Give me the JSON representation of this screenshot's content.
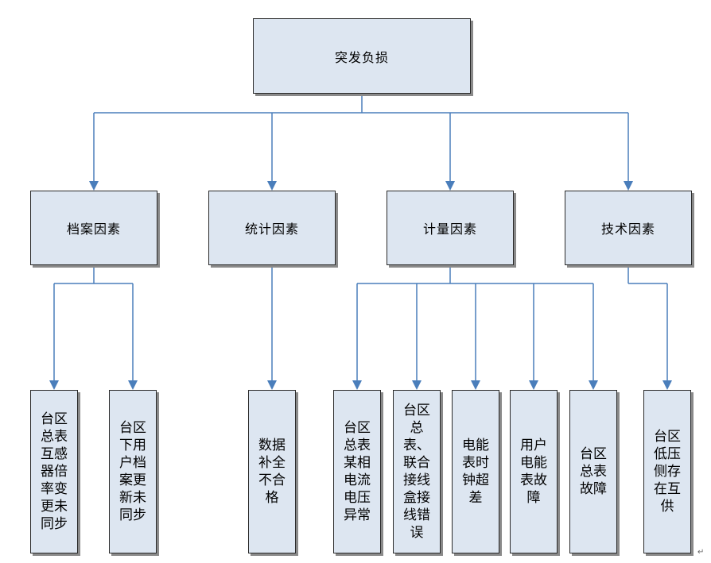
{
  "root": {
    "label": "突发负损"
  },
  "categories": [
    {
      "label": "档案因素"
    },
    {
      "label": "统计因素"
    },
    {
      "label": "计量因素"
    },
    {
      "label": "技术因素"
    }
  ],
  "leaves": [
    {
      "label": "台区总表互感器倍率变更未同步"
    },
    {
      "label": "台区下用户档案更新未同步"
    },
    {
      "label": "数据补全不合格"
    },
    {
      "label": "台区总表某相电流电压异常"
    },
    {
      "label": "台区总表、联合接线盒接线错误"
    },
    {
      "label": "电能表时钟超差"
    },
    {
      "label": "用户电能表故障"
    },
    {
      "label": "台区总表故障"
    },
    {
      "label": "台区低压侧存在互供"
    }
  ],
  "colors": {
    "box_fill": "#dde6f1",
    "box_border": "#2a2a2a",
    "connector": "#4a7ebb"
  },
  "icons": {
    "paragraph_mark": "carriage-return-icon"
  }
}
